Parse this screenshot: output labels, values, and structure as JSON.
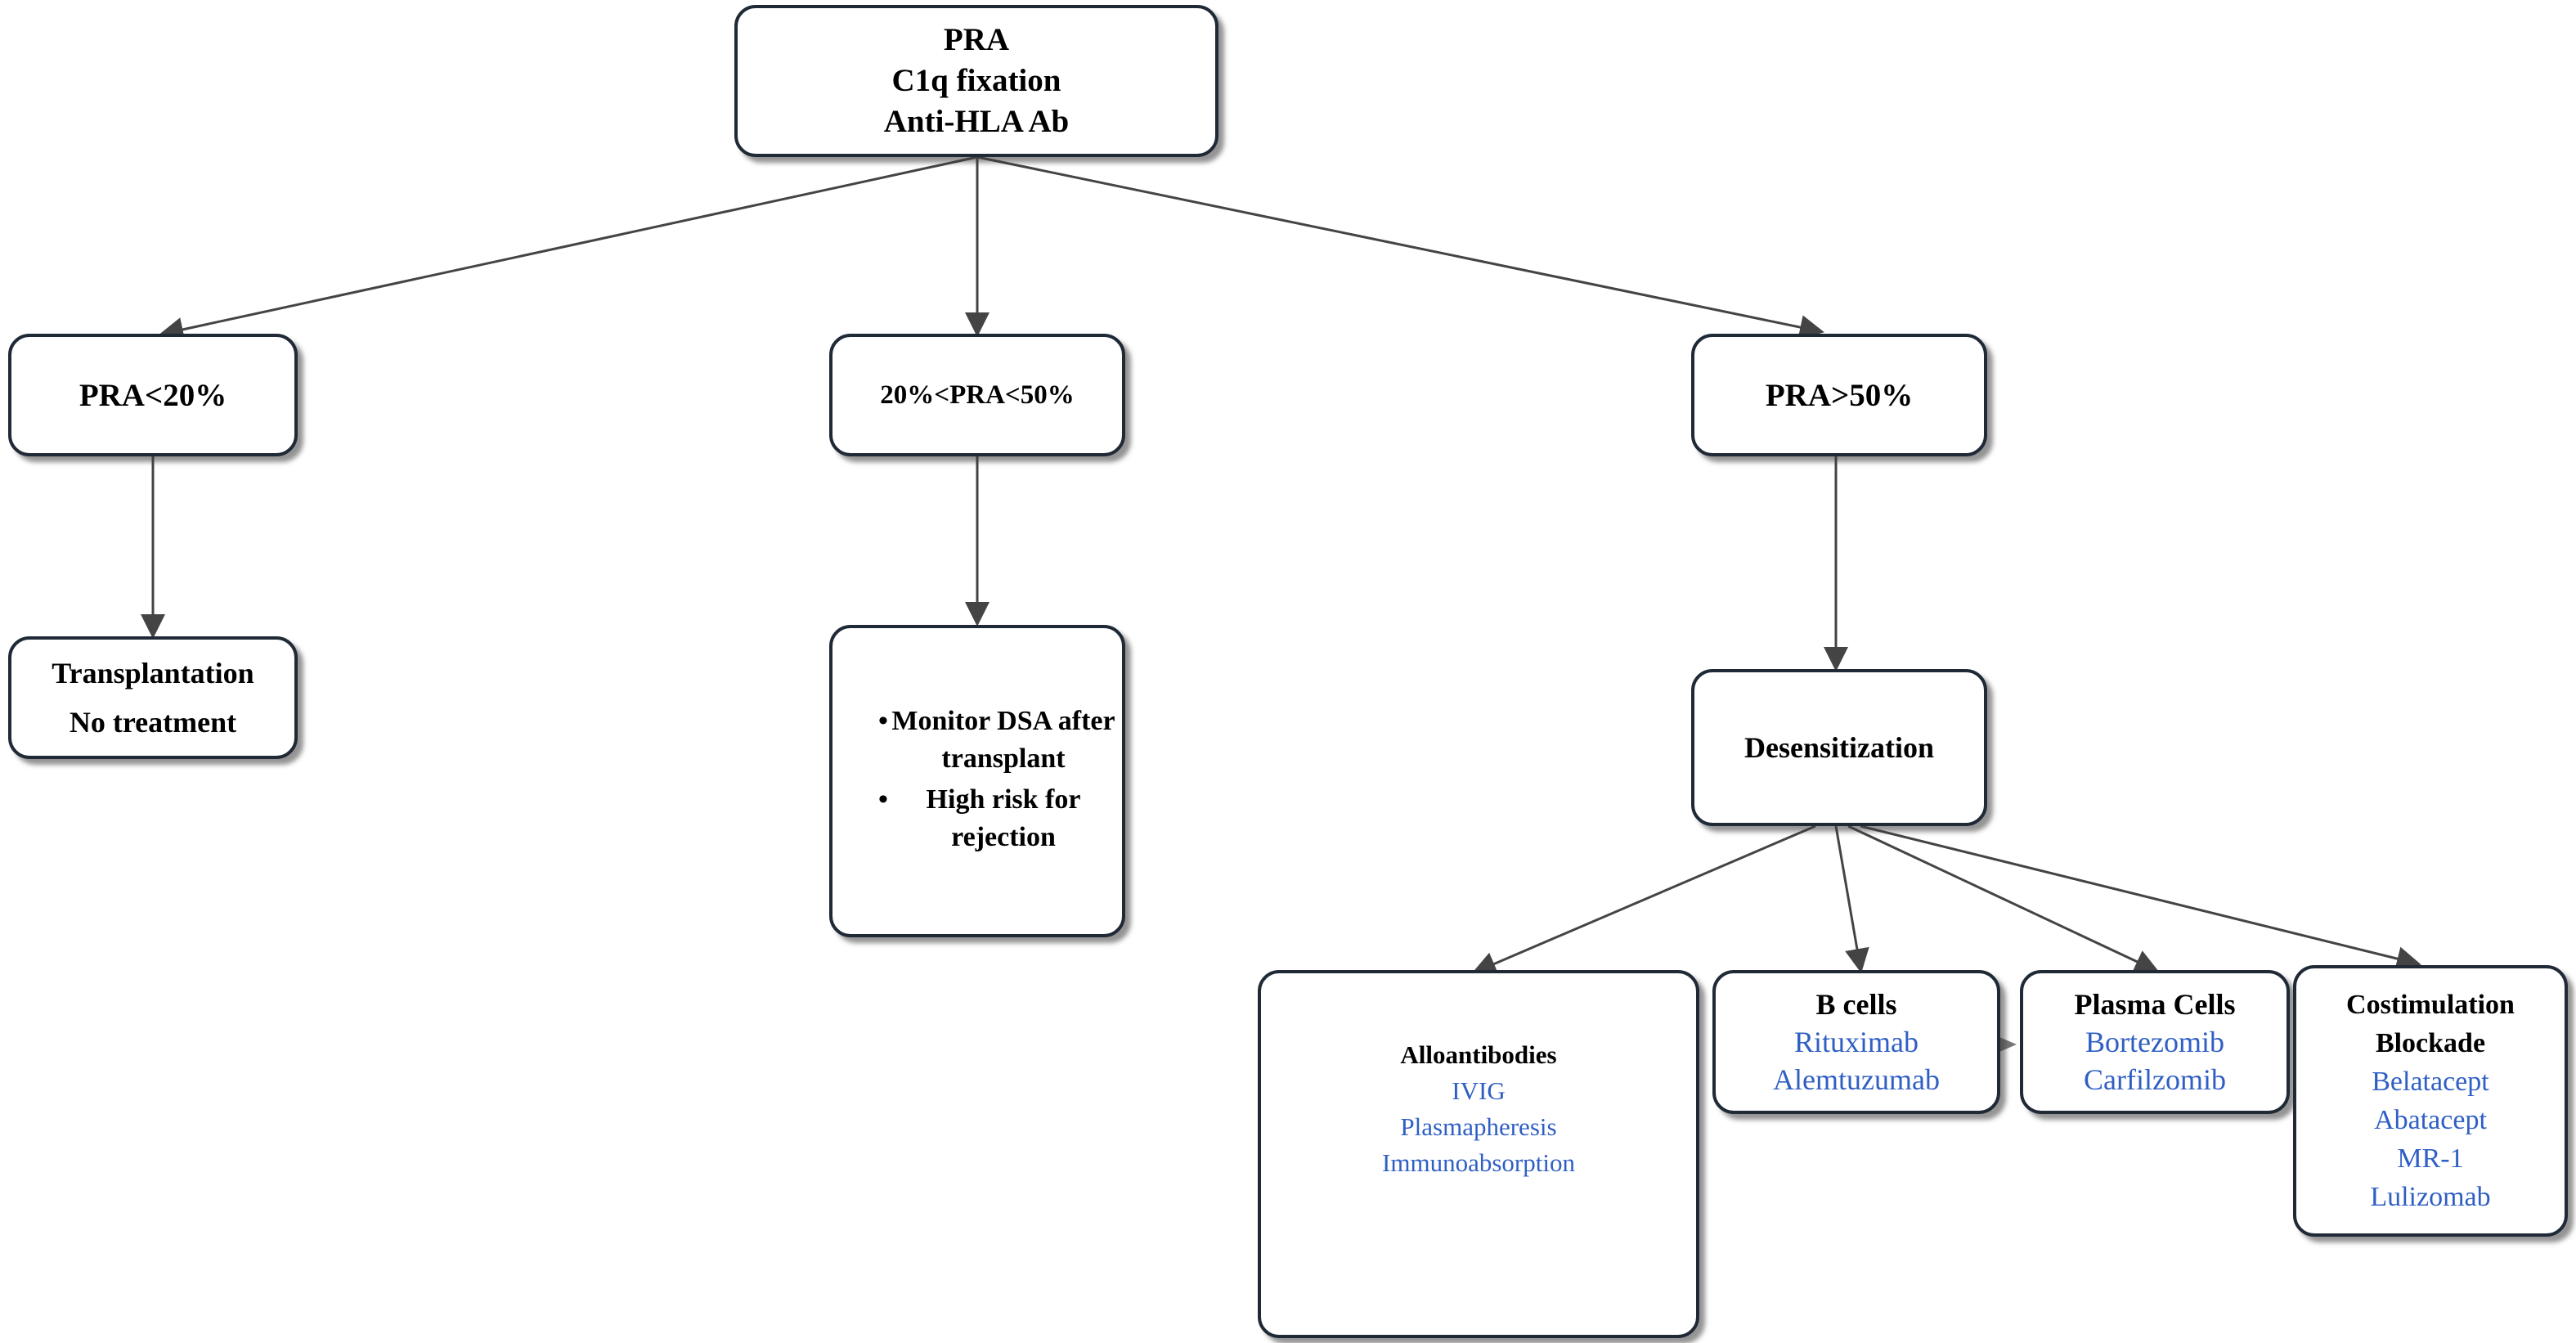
{
  "colors": {
    "border": "#1f2a36",
    "arrow": "#444444",
    "drug_text": "#2f5fc4"
  },
  "nodes": {
    "root": {
      "lines": [
        "PRA",
        "C1q fixation",
        "Anti-HLA Ab"
      ]
    },
    "low": {
      "label": "PRA<20%"
    },
    "mid": {
      "label": "20%<PRA<50%"
    },
    "high": {
      "label": "PRA>50%"
    },
    "low_outcome": {
      "lines": [
        "Transplantation",
        "No treatment"
      ]
    },
    "mid_outcome": {
      "bullets": [
        "Monitor DSA after transplant",
        "High risk for rejection"
      ],
      "bullet_symbol": "•"
    },
    "desensitization": {
      "label": "Desensitization"
    },
    "alloantibodies": {
      "title": "Alloantibodies",
      "drugs": [
        "IVIG",
        "Plasmapheresis",
        "Immunoabsorption"
      ]
    },
    "b_cells": {
      "title": "B cells",
      "drugs": [
        "Rituximab",
        "Alemtuzumab"
      ]
    },
    "plasma_cells": {
      "title": "Plasma Cells",
      "drugs": [
        "Bortezomib",
        "Carfilzomib"
      ]
    },
    "costimulation": {
      "title_lines": [
        "Costimulation",
        "Blockade"
      ],
      "drugs": [
        "Belatacept",
        "Abatacept",
        "MR-1",
        "Lulizomab"
      ]
    }
  }
}
